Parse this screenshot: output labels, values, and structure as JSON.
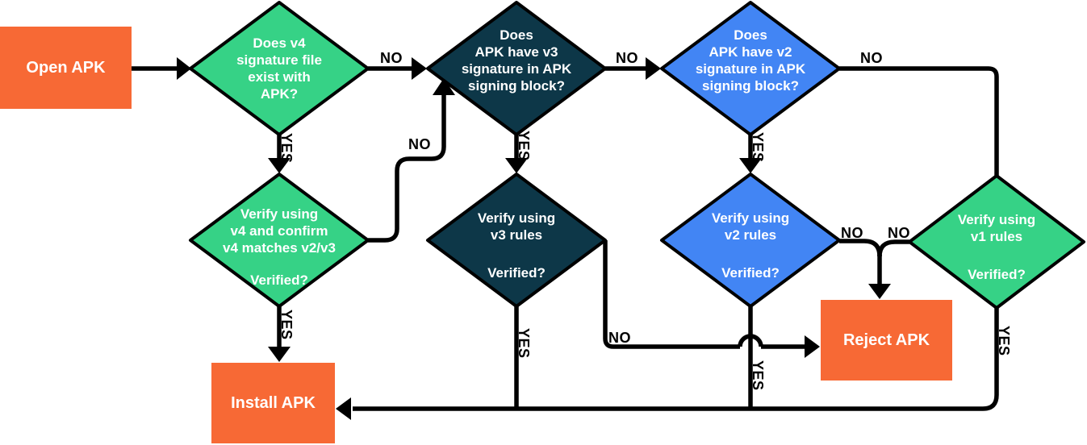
{
  "palette": {
    "green": "#36D286",
    "navy": "#0D3748",
    "blue": "#4285F4",
    "orange": "#F76935",
    "line": "#000000",
    "text-light": "#FFFFFF",
    "text-dark": "#000000"
  },
  "nodes": {
    "open_apk": "Open APK",
    "v4_exists": "Does v4\nsignature file\nexist with\nAPK?",
    "v3_block": "Does\nAPK have v3\nsignature in APK\nsigning block?",
    "v2_block": "Does\nAPK have v2\nsignature in APK\nsigning block?",
    "v4_verify": "Verify using\nv4 and confirm\nv4 matches v2/v3",
    "v3_verify": "Verify using\nv3 rules",
    "v2_verify": "Verify using\nv2 rules",
    "v1_verify": "Verify using\nv1 rules",
    "verified_q": "Verified?",
    "reject_apk": "Reject APK",
    "install_apk": "Install APK"
  },
  "edges": {
    "v4_exists_no": "NO",
    "v4_exists_yes": "YES",
    "v3_block_no": "NO",
    "v3_block_yes": "YES",
    "v2_block_no": "NO",
    "v2_block_yes": "YES",
    "v4_verify_no": "NO",
    "v4_verify_yes": "YES",
    "v3_verify_no": "NO",
    "v3_verify_yes": "YES",
    "v2_verify_no": "NO",
    "v2_verify_yes": "YES",
    "v1_verify_no": "NO",
    "v1_verify_yes": "YES"
  }
}
